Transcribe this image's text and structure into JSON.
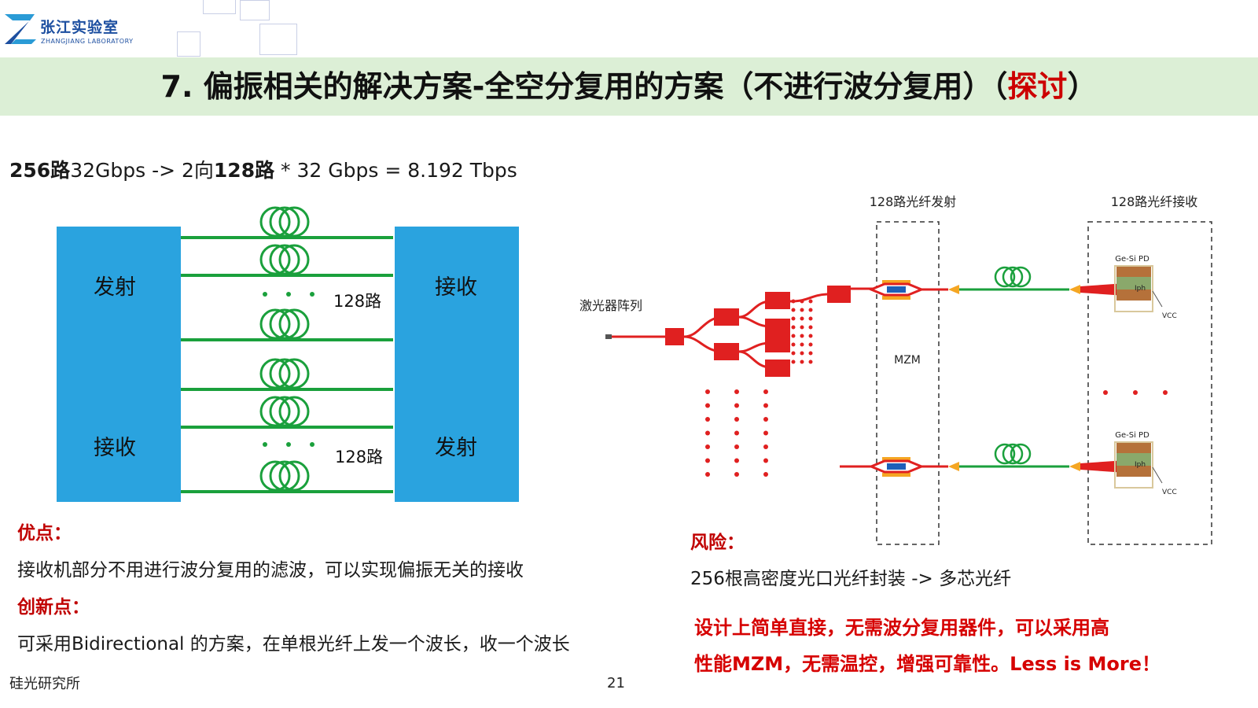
{
  "logo": {
    "cn": "张江实验室",
    "en": "ZHANGJIANG LABORATORY"
  },
  "title": {
    "main": "7. 偏振相关的解决方案-全空分复用的方案（不进行波分复用）（",
    "highlight": "探讨",
    "end": "）"
  },
  "formula": {
    "p1": "256路",
    "p2": "32Gbps -> 2向",
    "p3": "128路",
    "p4": " * 32 Gbps = 8.192 Tbps"
  },
  "left_diagram": {
    "tx_top": "发射",
    "rx_top": "接收",
    "rx_bottom": "接收",
    "tx_bottom": "发射",
    "count_top": "128路",
    "count_bottom": "128路",
    "dots": "• • •"
  },
  "right_diagram": {
    "laser_array": "激光器阵列",
    "tx_label": "128路光纤发射",
    "rx_label": "128路光纤接收",
    "mzm": "MZM",
    "pd_label": "Ge-Si PD",
    "iph": "Iph",
    "vcc": "VCC"
  },
  "pros": {
    "heading": "优点：",
    "text": "接收机部分不用进行波分复用的滤波，可以实现偏振无关的接收"
  },
  "innovation": {
    "heading": "创新点：",
    "text": "可采用Bidirectional 的方案，在单根光纤上发一个波长，收一个波长"
  },
  "risk": {
    "heading": "风险：",
    "text": "256根高密度光口光纤封装 -> 多芯光纤"
  },
  "conclusion": {
    "line1": "设计上简单直接，无需波分复用器件，可以采用高",
    "line2": "性能MZM，无需温控，增强可靠性。Less is More！"
  },
  "footer": {
    "org": "硅光研究所",
    "page": "21"
  },
  "colors": {
    "block": "#2aa3df",
    "fiber": "#1aa03c",
    "chip": "#e02020",
    "accent": "#cc0000",
    "band": "#dcefd6"
  }
}
